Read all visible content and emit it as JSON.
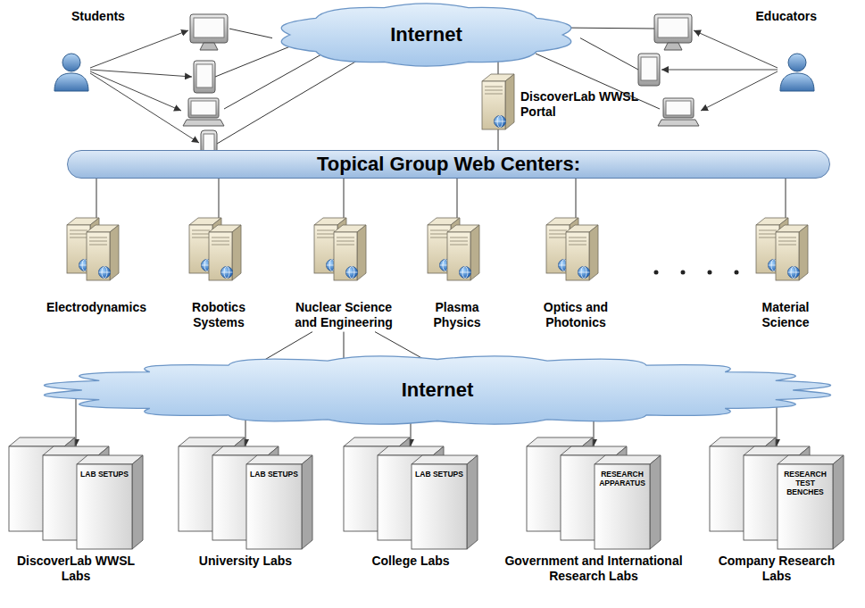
{
  "diagram": {
    "nodes": [
      {
        "text": [
          "Students"
        ]
      },
      {
        "text": [
          "Internet"
        ]
      },
      {
        "text": [
          "Educators"
        ]
      },
      {
        "text": [
          "DiscoverLab WWSL Portal"
        ]
      },
      {
        "text": [
          "Topical Group Web Centers:"
        ]
      },
      {
        "text": [
          "Electrodynamics"
        ]
      },
      {
        "text": [
          "Robotics Systems"
        ]
      },
      {
        "text": [
          "Nuclear Science and Engineering"
        ]
      },
      {
        "text": [
          "Plasma Physics"
        ]
      },
      {
        "text": [
          "Optics and Photonics"
        ]
      },
      {
        "text": [
          "Material Science"
        ]
      },
      {
        "text": [
          "Internet"
        ]
      },
      {
        "text": [
          "LAB SETUPS",
          "DiscoverLab WWSL Labs"
        ]
      },
      {
        "text": [
          "LAB SETUPS",
          "University Labs"
        ]
      },
      {
        "text": [
          "LAB SETUPS",
          "College Labs"
        ]
      },
      {
        "text": [
          "RESEARCH APPARATUS",
          "Government and International Research Labs"
        ]
      },
      {
        "text": [
          "RESEARCH TEST BENCHES",
          "Company Research Labs"
        ]
      }
    ],
    "edges": [
      {
        "from": 0,
        "to": 1,
        "arrow": "none"
      },
      {
        "from": 2,
        "to": 1,
        "arrow": "none"
      },
      {
        "from": 1,
        "to": 3,
        "arrow": "none"
      },
      {
        "from": 3,
        "to": 4,
        "arrow": "none"
      },
      {
        "from": 4,
        "to": 5,
        "arrow": "none"
      },
      {
        "from": 4,
        "to": 6,
        "arrow": "none"
      },
      {
        "from": 4,
        "to": 7,
        "arrow": "none"
      },
      {
        "from": 4,
        "to": 8,
        "arrow": "none"
      },
      {
        "from": 4,
        "to": 9,
        "arrow": "none"
      },
      {
        "from": 4,
        "to": 10,
        "arrow": "none"
      },
      {
        "from": 7,
        "to": 11,
        "arrow": "none"
      },
      {
        "from": 11,
        "to": 12,
        "arrow": "to"
      },
      {
        "from": 11,
        "to": 13,
        "arrow": "to"
      },
      {
        "from": 11,
        "to": 14,
        "arrow": "to"
      },
      {
        "from": 11,
        "to": 15,
        "arrow": "to"
      },
      {
        "from": 11,
        "to": 16,
        "arrow": "to"
      }
    ]
  }
}
